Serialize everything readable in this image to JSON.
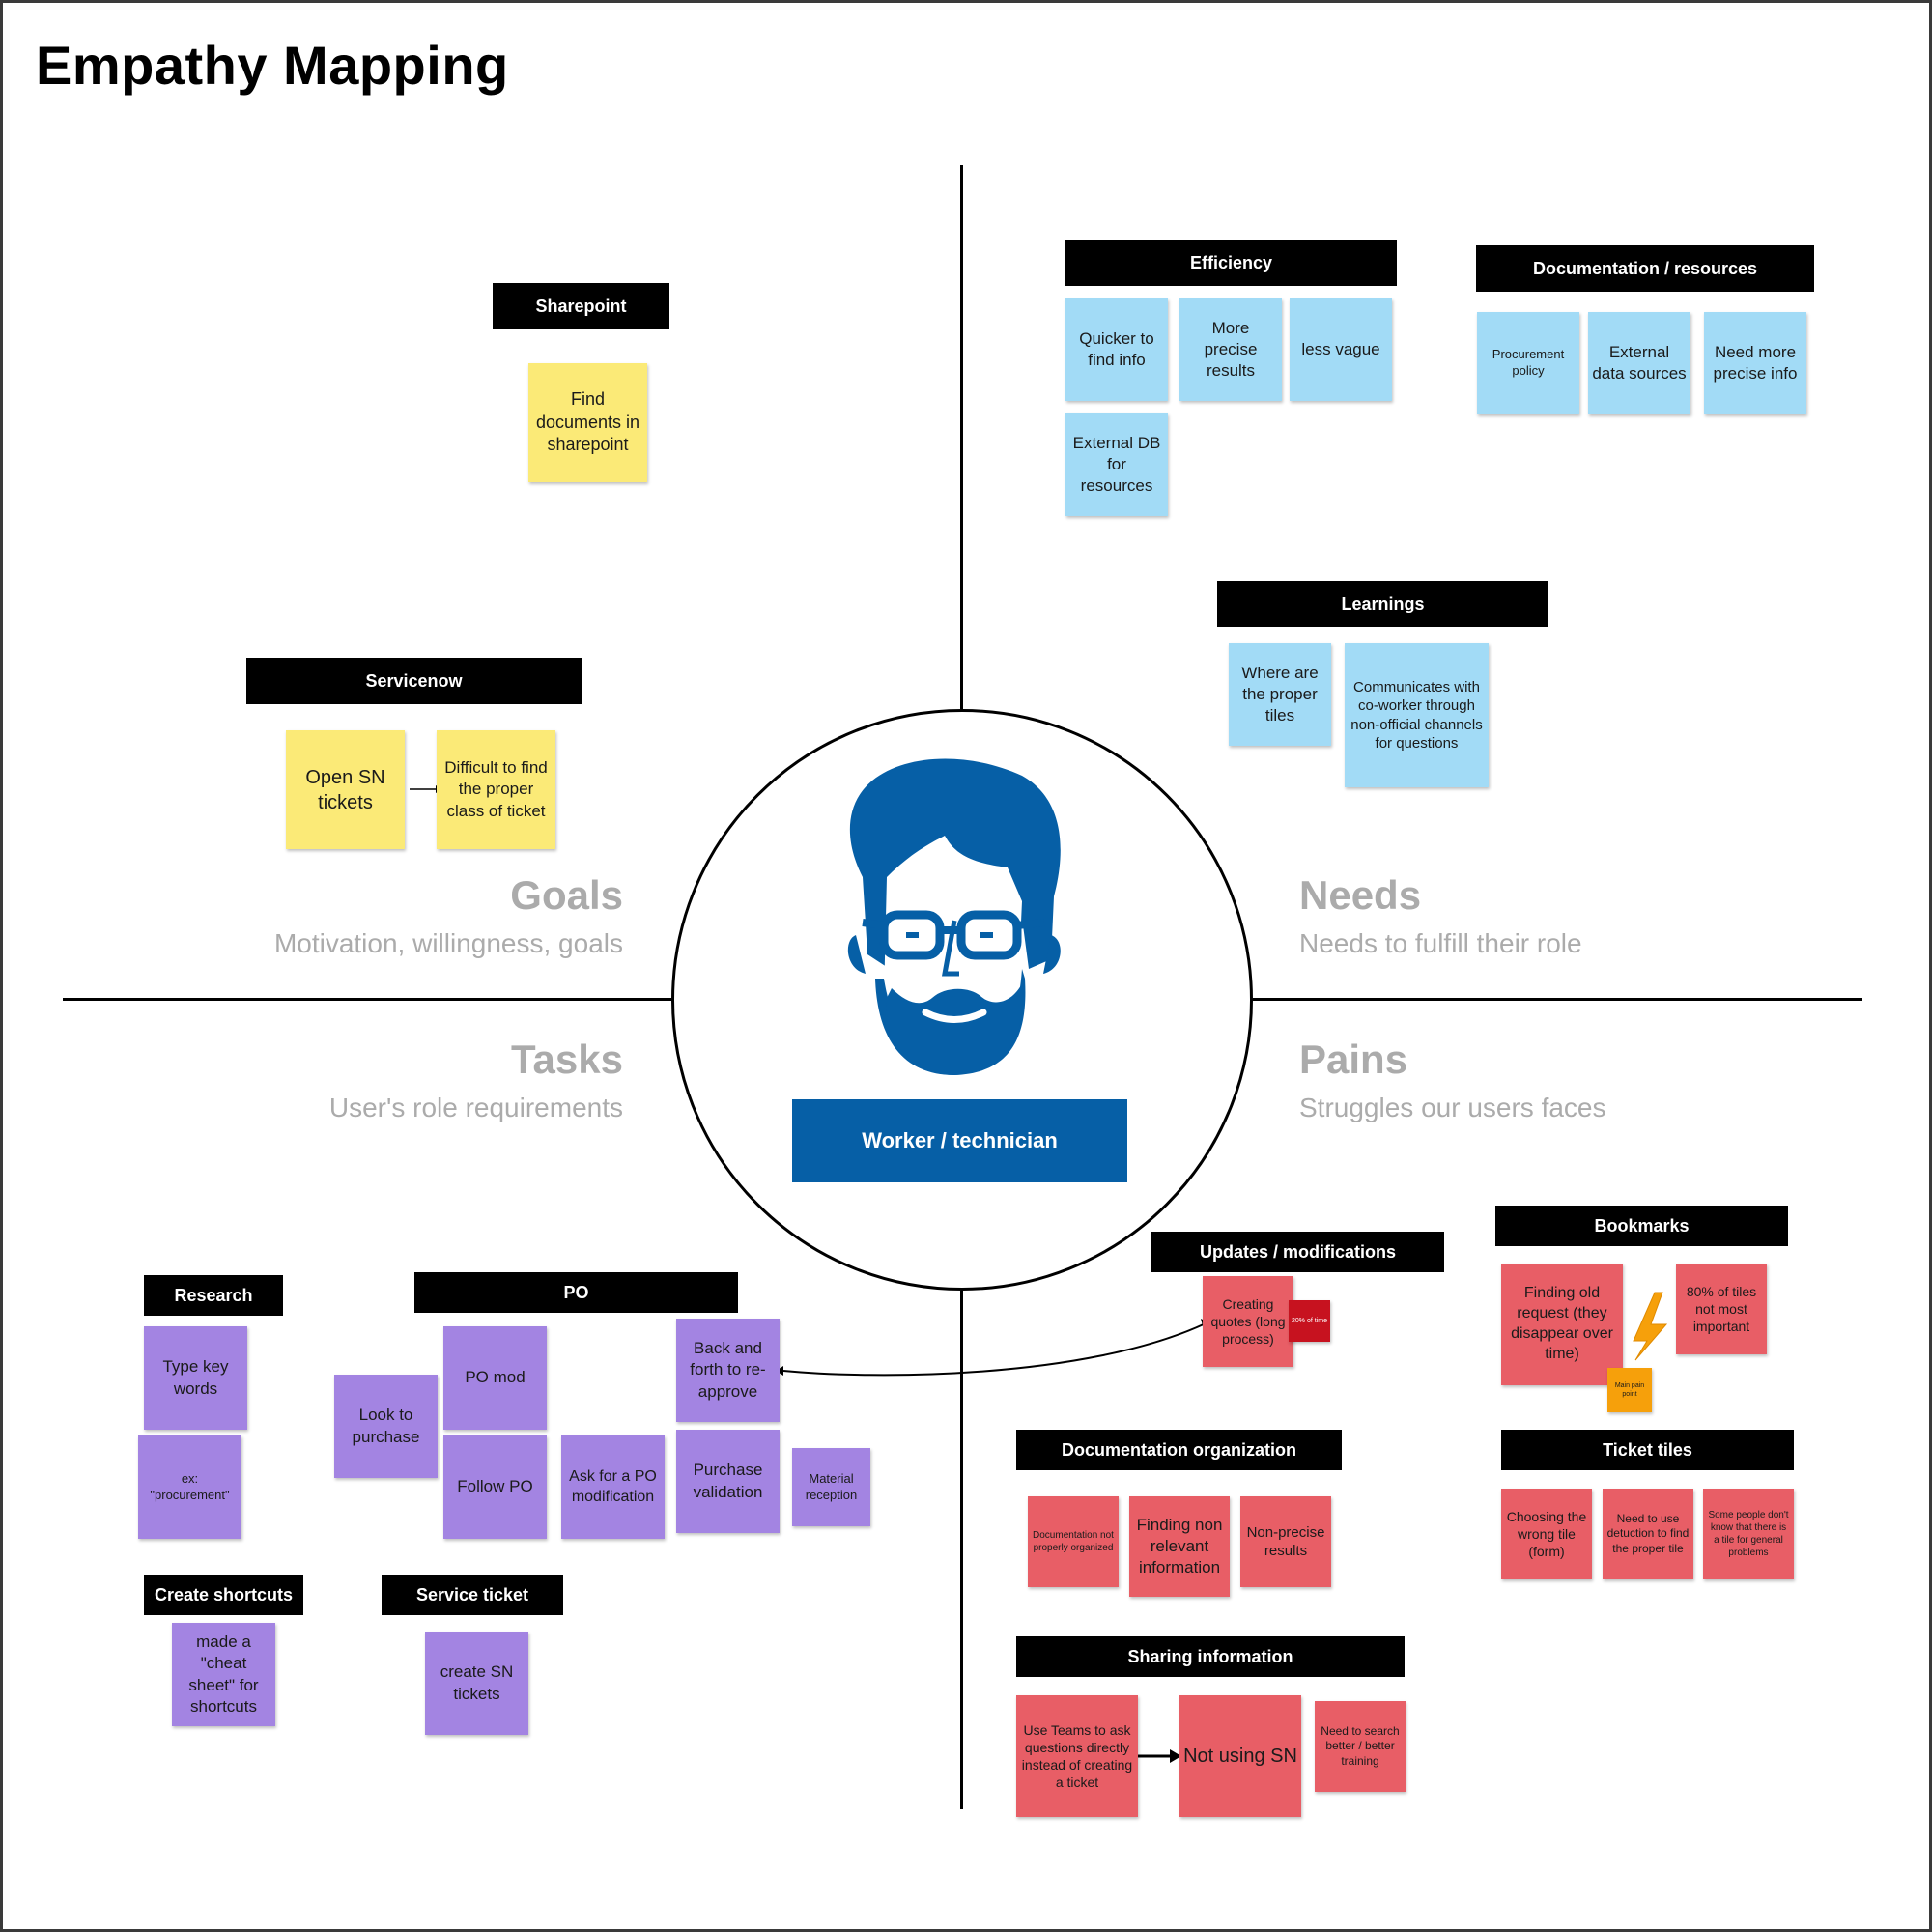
{
  "title": "Empathy Mapping",
  "colors": {
    "yellow": "#fbea77",
    "blue": "#a2dbf6",
    "purple": "#a384e2",
    "red": "#e85e66",
    "dark_red": "#c7121f",
    "orange": "#f6a00b",
    "persona_blue": "#065fa6",
    "quadrant_gray": "#ababab"
  },
  "persona": {
    "icon": "bearded-man-with-glasses-icon",
    "label": "Worker / technician"
  },
  "quadrants": {
    "goals": {
      "title": "Goals",
      "subtitle": "Motivation, willingness, goals"
    },
    "needs": {
      "title": "Needs",
      "subtitle": "Needs to fulfill their role"
    },
    "tasks": {
      "title": "Tasks",
      "subtitle": "User's role requirements"
    },
    "pains": {
      "title": "Pains",
      "subtitle": "Struggles our users faces"
    }
  },
  "goals": {
    "sharepoint": {
      "header": "Sharepoint",
      "notes": [
        "Find documents in sharepoint"
      ]
    },
    "servicenow": {
      "header": "Servicenow",
      "notes": [
        "Open SN tickets",
        "Difficult to find the proper class of ticket"
      ]
    }
  },
  "needs": {
    "efficiency": {
      "header": "Efficiency",
      "notes": [
        "Quicker to find info",
        "More precise results",
        "less vague",
        "External DB for resources"
      ]
    },
    "documentation": {
      "header": "Documentation / resources",
      "notes": [
        "Procurement policy",
        "External data sources",
        "Need more precise info"
      ]
    },
    "learnings": {
      "header": "Learnings",
      "notes": [
        "Where are the proper tiles",
        "Communicates with co-worker through non-official channels for questions"
      ]
    }
  },
  "tasks": {
    "research": {
      "header": "Research",
      "notes": [
        "Type key words",
        "ex: \"procurement\""
      ]
    },
    "po": {
      "header": "PO",
      "notes": [
        "Look to purchase",
        "PO mod",
        "Follow PO",
        "Ask for a PO modification",
        "Back and forth to re-approve",
        "Purchase validation",
        "Material reception"
      ]
    },
    "shortcuts": {
      "header": "Create shortcuts",
      "notes": [
        "made a \"cheat sheet\" for shortcuts"
      ]
    },
    "service_ticket": {
      "header": "Service ticket",
      "notes": [
        "create SN tickets"
      ]
    }
  },
  "pains": {
    "updates": {
      "header": "Updates / modifications",
      "notes": [
        "Creating quotes (long process)",
        "20% of time"
      ]
    },
    "bookmarks": {
      "header": "Bookmarks",
      "notes": [
        "Finding old request (they disappear over time)",
        "80% of tiles not most important",
        "Main pain point"
      ],
      "icon": "lightning-icon"
    },
    "doc_org": {
      "header": "Documentation organization",
      "notes": [
        "Documentation not properly organized",
        "Finding non relevant information",
        "Non-precise results"
      ]
    },
    "ticket_tiles": {
      "header": "Ticket tiles",
      "notes": [
        "Choosing the wrong tile (form)",
        "Need to use detuction to find the proper tile",
        "Some people don't know that there is a tile for general problems"
      ]
    },
    "sharing": {
      "header": "Sharing information",
      "notes": [
        "Use Teams to ask questions directly instead of creating a ticket",
        "Not using SN",
        "Need to search better / better training"
      ]
    }
  }
}
